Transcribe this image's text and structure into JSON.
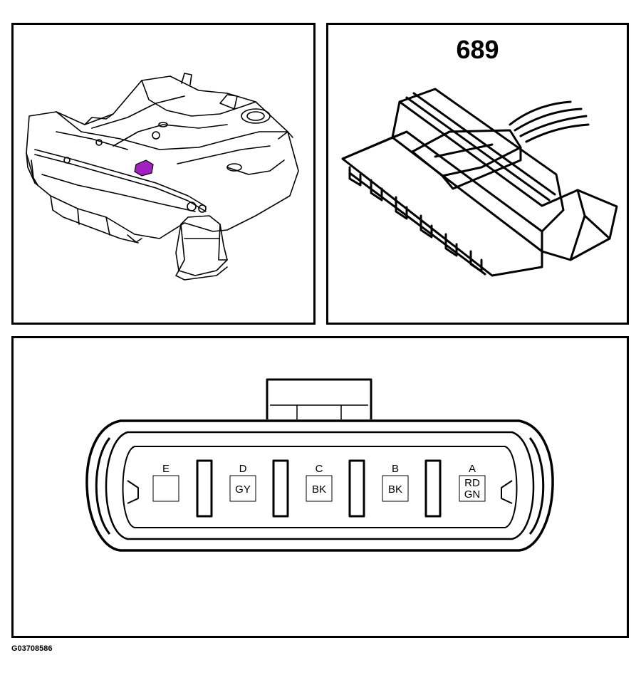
{
  "connector": {
    "number": "689",
    "pins": [
      {
        "letter": "E",
        "wire_lines": []
      },
      {
        "letter": "D",
        "wire_lines": [
          "GY"
        ]
      },
      {
        "letter": "C",
        "wire_lines": [
          "BK"
        ]
      },
      {
        "letter": "B",
        "wire_lines": [
          "BK"
        ]
      },
      {
        "letter": "A",
        "wire_lines": [
          "RD",
          "GN"
        ]
      }
    ]
  },
  "figure_code": "G03708586",
  "colors": {
    "line": "#000000",
    "highlight": "#a020c0",
    "background": "#ffffff"
  },
  "icons": {
    "tank_illustration": "fuel-tank-assembly-icon",
    "connector_illustration": "wiring-connector-icon"
  }
}
